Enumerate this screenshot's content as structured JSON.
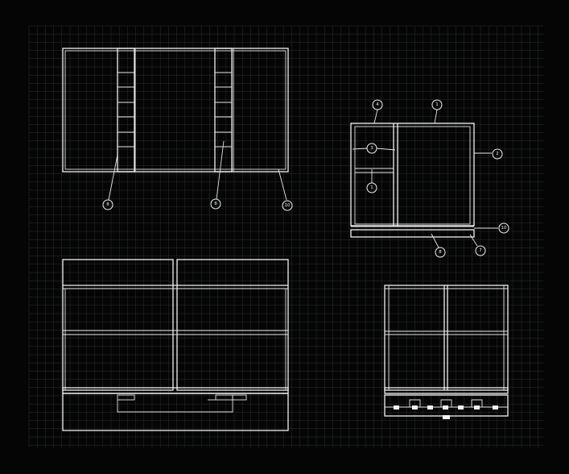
{
  "drawing": {
    "background_color": "#050505",
    "grid_color": "#2b2f33",
    "line_color": "#f2f2f2",
    "grid": true
  },
  "callouts": {
    "top_left_a": "8",
    "top_left_b": "8",
    "top_left_c": "10",
    "side_top_left": "4",
    "side_top_right": "1",
    "side_mid_left": "3",
    "side_mid_right": "2",
    "side_low_left": "1",
    "side_base_right": "10",
    "side_bottom_a": "8",
    "side_bottom_b": "7"
  }
}
